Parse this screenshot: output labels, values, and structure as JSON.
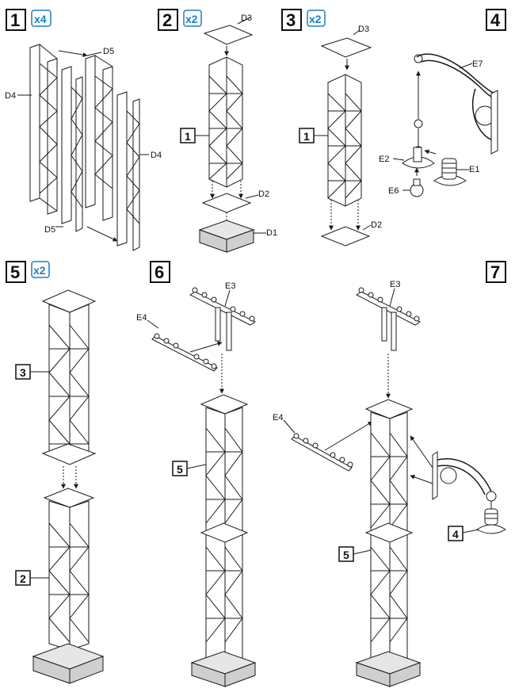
{
  "steps": [
    {
      "number": "1",
      "multiplier": "x4"
    },
    {
      "number": "2",
      "multiplier": "x2"
    },
    {
      "number": "3",
      "multiplier": "x2"
    },
    {
      "number": "4",
      "multiplier": ""
    },
    {
      "number": "5",
      "multiplier": "x2"
    },
    {
      "number": "6",
      "multiplier": ""
    },
    {
      "number": "7",
      "multiplier": ""
    }
  ],
  "part_labels": {
    "D1": "D1",
    "D2": "D2",
    "D3": "D3",
    "D4": "D4",
    "D5": "D5",
    "E1": "E1",
    "E2": "E2",
    "E3": "E3",
    "E4": "E4",
    "E6": "E6",
    "E7": "E7"
  },
  "ref_boxes": {
    "one": "1",
    "two": "2",
    "three": "3",
    "four": "4",
    "five": "5"
  }
}
